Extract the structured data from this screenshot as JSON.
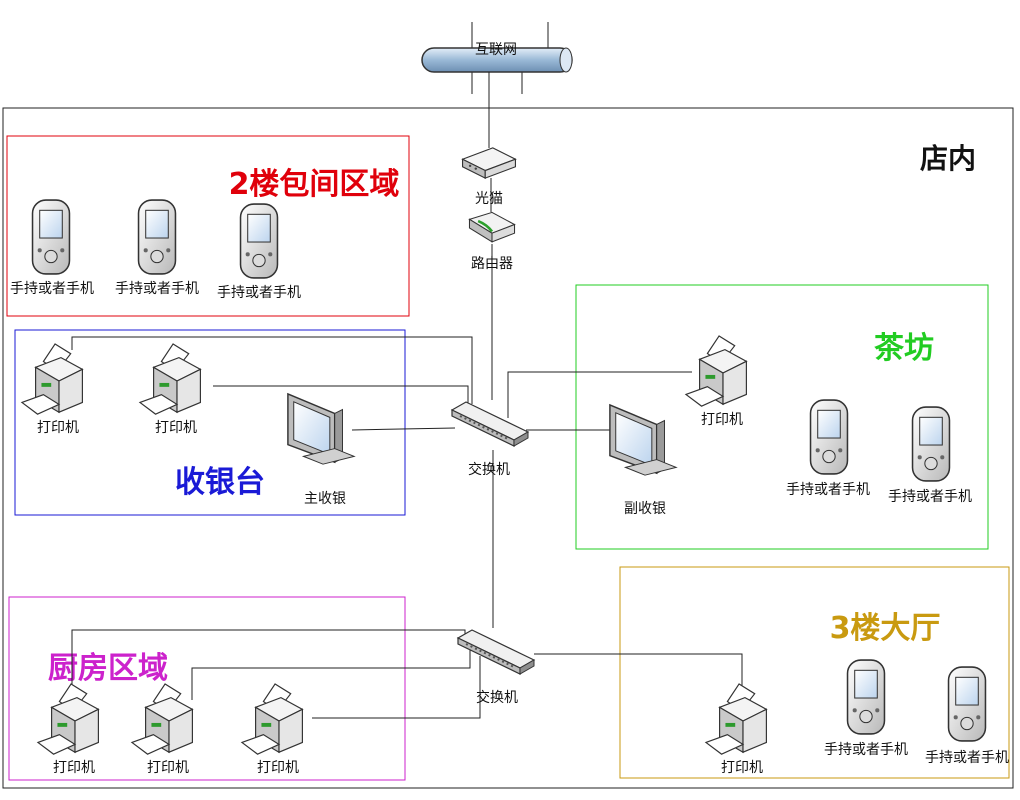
{
  "internet": {
    "label": "互联网"
  },
  "store": {
    "label": "店内"
  },
  "devices": {
    "modem": "光猫",
    "router": "路由器",
    "switch_main": "交换机",
    "switch_kitchen": "交换机",
    "main_cashier": "主收银",
    "sub_cashier": "副收银"
  },
  "zones": {
    "room2f": {
      "title": "2楼包间区域",
      "color": "#e0000b",
      "handhelds": [
        "手持或者手机",
        "手持或者手机",
        "手持或者手机"
      ]
    },
    "cashier": {
      "title": "收银台",
      "color": "#1a1ad6",
      "printers": [
        "打印机",
        "打印机"
      ]
    },
    "tea": {
      "title": "茶坊",
      "color": "#22cc22",
      "printer": "打印机",
      "handhelds": [
        "手持或者手机",
        "手持或者手机"
      ]
    },
    "kitchen": {
      "title": "厨房区域",
      "color": "#cc22cc",
      "printers": [
        "打印机",
        "打印机",
        "打印机"
      ]
    },
    "hall3f": {
      "title": "3楼大厅",
      "color": "#c99a10",
      "printer": "打印机",
      "handhelds": [
        "手持或者手机",
        "手持或者手机"
      ]
    }
  }
}
